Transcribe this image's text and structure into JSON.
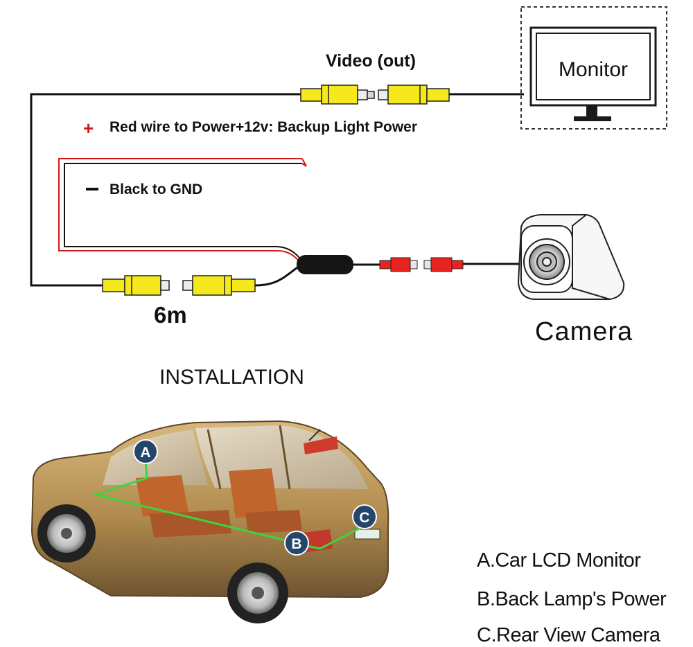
{
  "wiring": {
    "video_label": "Video (out)",
    "red_plus": "+",
    "red_wire_label": "Red wire to Power+12v: Backup Light Power",
    "black_minus": "−",
    "black_wire_label": "Black to GND",
    "cable_length": "6m",
    "monitor_label": "Monitor",
    "camera_label": "Camera"
  },
  "installation": {
    "title": "INSTALLATION",
    "markers": [
      "A",
      "B",
      "C"
    ],
    "legend": [
      "A.Car LCD Monitor",
      "B.Back Lamp's Power",
      "C.Rear View Camera"
    ]
  },
  "colors": {
    "rca_yellow": "#f5e81c",
    "rca_red": "#e8231e",
    "wire_red": "#d01818",
    "wire_black": "#111111",
    "route_green": "#3ed43e",
    "marker_fill": "#24466b",
    "car_body": "#b8955a"
  }
}
